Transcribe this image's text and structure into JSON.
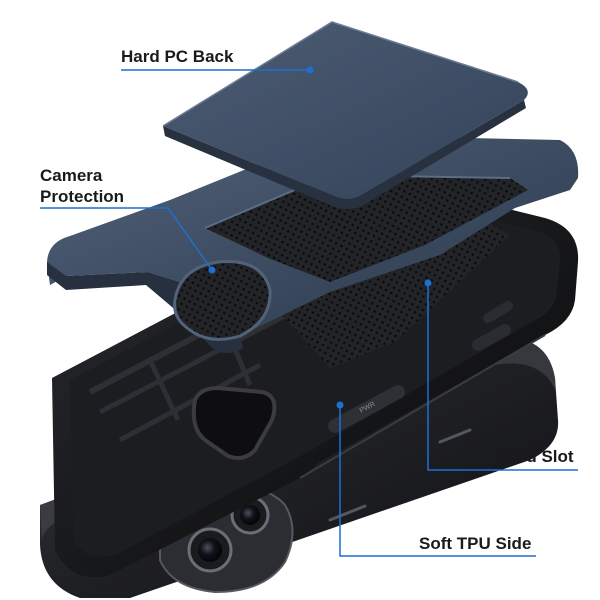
{
  "labels": {
    "hard_pc_back": "Hard PC Back",
    "camera_protection_line1": "Camera",
    "camera_protection_line2": "Protection",
    "card_slot": "Card Slot",
    "soft_tpu_side": "Soft TPU Side"
  },
  "side_button_text": "PWR",
  "colors": {
    "callout_line": "#1f6fd1",
    "hard_pc_navy": "#3b4a5f",
    "tpu_black": "#151517",
    "phone_dark": "#1d1e22"
  }
}
